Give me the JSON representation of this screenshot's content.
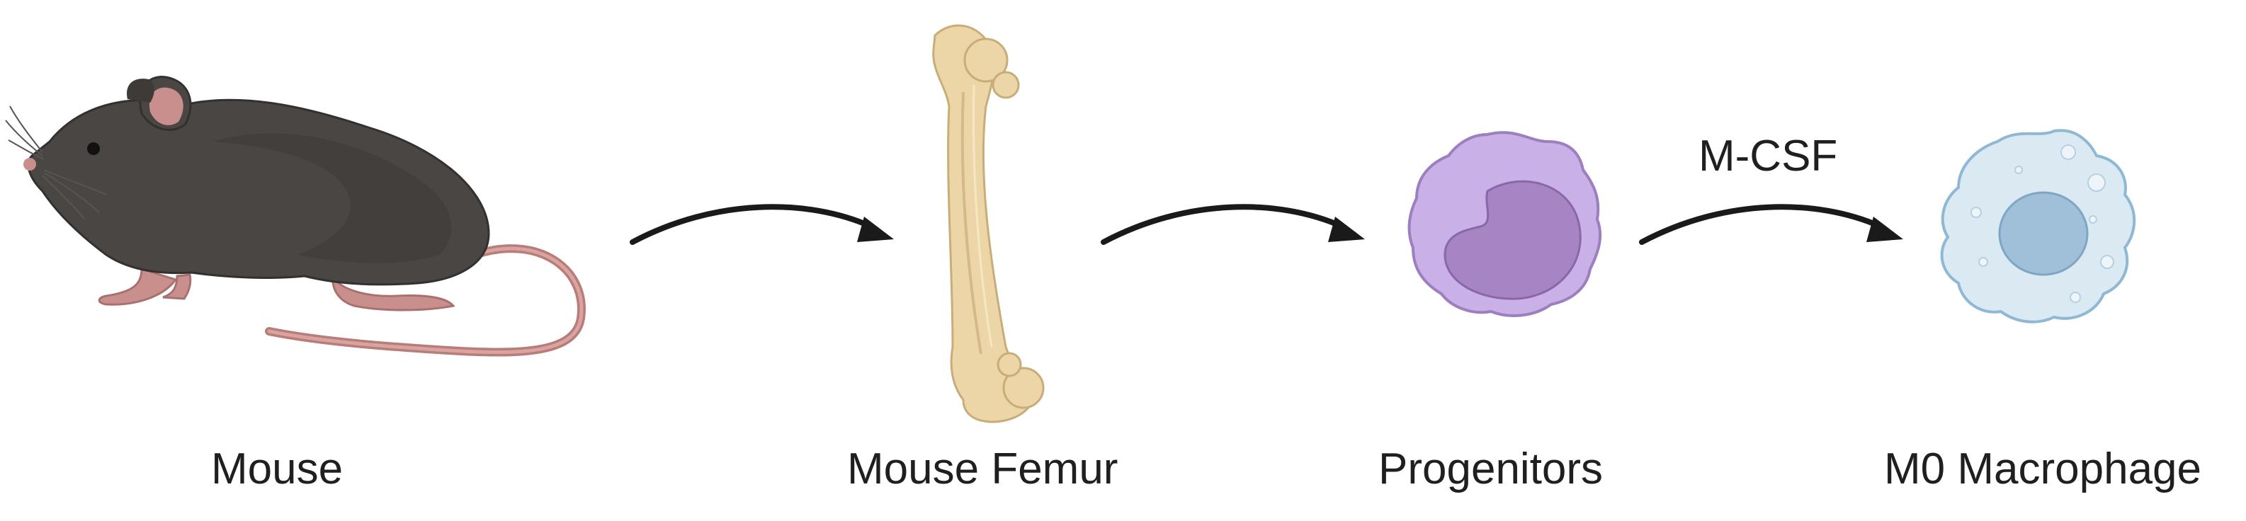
{
  "labels": {
    "mouse": "Mouse",
    "femur": "Mouse Femur",
    "progenitors": "Progenitors",
    "macrophage": "M0 Macrophage",
    "treatment": "M-CSF"
  },
  "icons": [
    "mouse-icon",
    "femur-icon",
    "progenitor-cell-icon",
    "macrophage-cell-icon"
  ],
  "colors": {
    "mouse_body": "#4a4644",
    "mouse_skin": "#c98f8c",
    "bone": "#ecd6a8",
    "progenitor_cytoplasm": "#c9b0e6",
    "progenitor_nucleus": "#a784c4",
    "macrophage_cytoplasm": "#dbe9f2",
    "macrophage_nucleus": "#9fc0d8",
    "arrow": "#1a1a1a"
  }
}
